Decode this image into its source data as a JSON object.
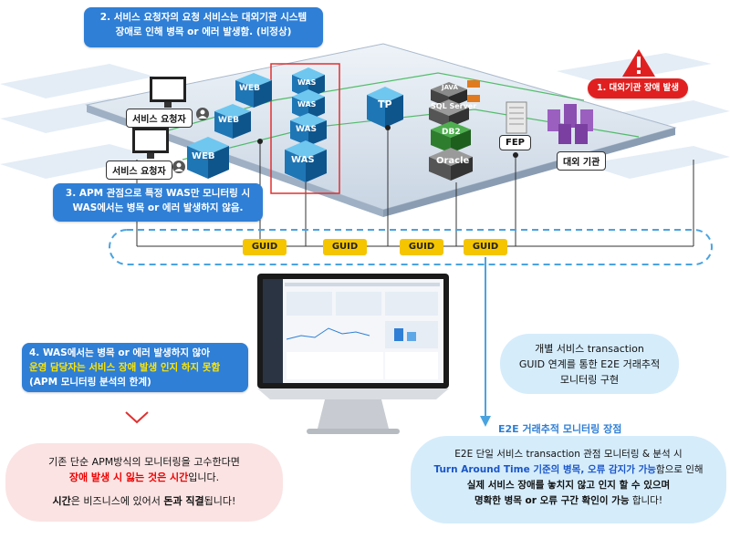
{
  "callouts": {
    "c2_line1": "2. 서비스 요청자의 요청 서비스는 대외기관 시스템",
    "c2_line2": "장애로 인해 병목 or 에러 발생함. (비정상)",
    "c1": "1. 대외기관 장애 발생",
    "c3_line1": "3. APM 관점으로 특정 WAS만 모니터링 시",
    "c3_line2": "WAS에서는 병목 or 에러 발생하지 않음.",
    "c4_line1": "4. WAS에서는 병목 or 에러 발생하지 않아",
    "c4_line2": "운영 담당자는 서비스 장애 발생 인지 하지 못함",
    "c4_line3": "(APM 모니터링 분석의 한계)"
  },
  "labels": {
    "requester1": "서비스 요청자",
    "requester2": "서비스 요청자",
    "fep": "FEP",
    "external": "대외 기관",
    "web1": "WEB",
    "web2": "WEB",
    "web3": "WEB",
    "was1": "WAS",
    "was2": "WAS",
    "was3": "WAS",
    "was4": "WAS",
    "tp": "TP",
    "java": "JAVA",
    "sqlserver": "SQL Server",
    "db2": "DB2",
    "oracle": "Oracle"
  },
  "guids": [
    "GUID",
    "GUID",
    "GUID",
    "GUID"
  ],
  "right_bubble": {
    "line1": "개별 서비스 transaction",
    "line2": "GUID 연계를 통한 E2E 거래추적",
    "line3": "모니터링 구현"
  },
  "e2e_title": "E2E 거래추적 모니터링 장점",
  "left_bottom": {
    "line1": "기존 단순 APM방식의 모니터링을 고수한다면",
    "line2": "장애 발생 시 잃는 것은 시간",
    "line2_tail": "입니다.",
    "line3_a": "시간",
    "line3_b": "은 비즈니스에 있어서 ",
    "line3_c": "돈과 직결",
    "line3_d": "됩니다!"
  },
  "right_bottom": {
    "line1": "E2E 단일 서비스 transaction 관점 모니터링 & 분석 시",
    "line2_a": "Turn Around Time 기준의 병목, 오류 감지가 가능",
    "line2_b": "함으로 인해",
    "line3": "실제 서비스 장애를 놓치지 않고 인지 할 수 있으며",
    "line4_a": "명확한 병목 or 오류 구간 확인이 가능",
    "line4_b": " 합니다!"
  },
  "colors": {
    "accent": "#2f7fd6",
    "guid": "#f5c500",
    "alert": "#e02020",
    "pink": "#fbe3e3",
    "lightblue": "#d5ecfb"
  }
}
